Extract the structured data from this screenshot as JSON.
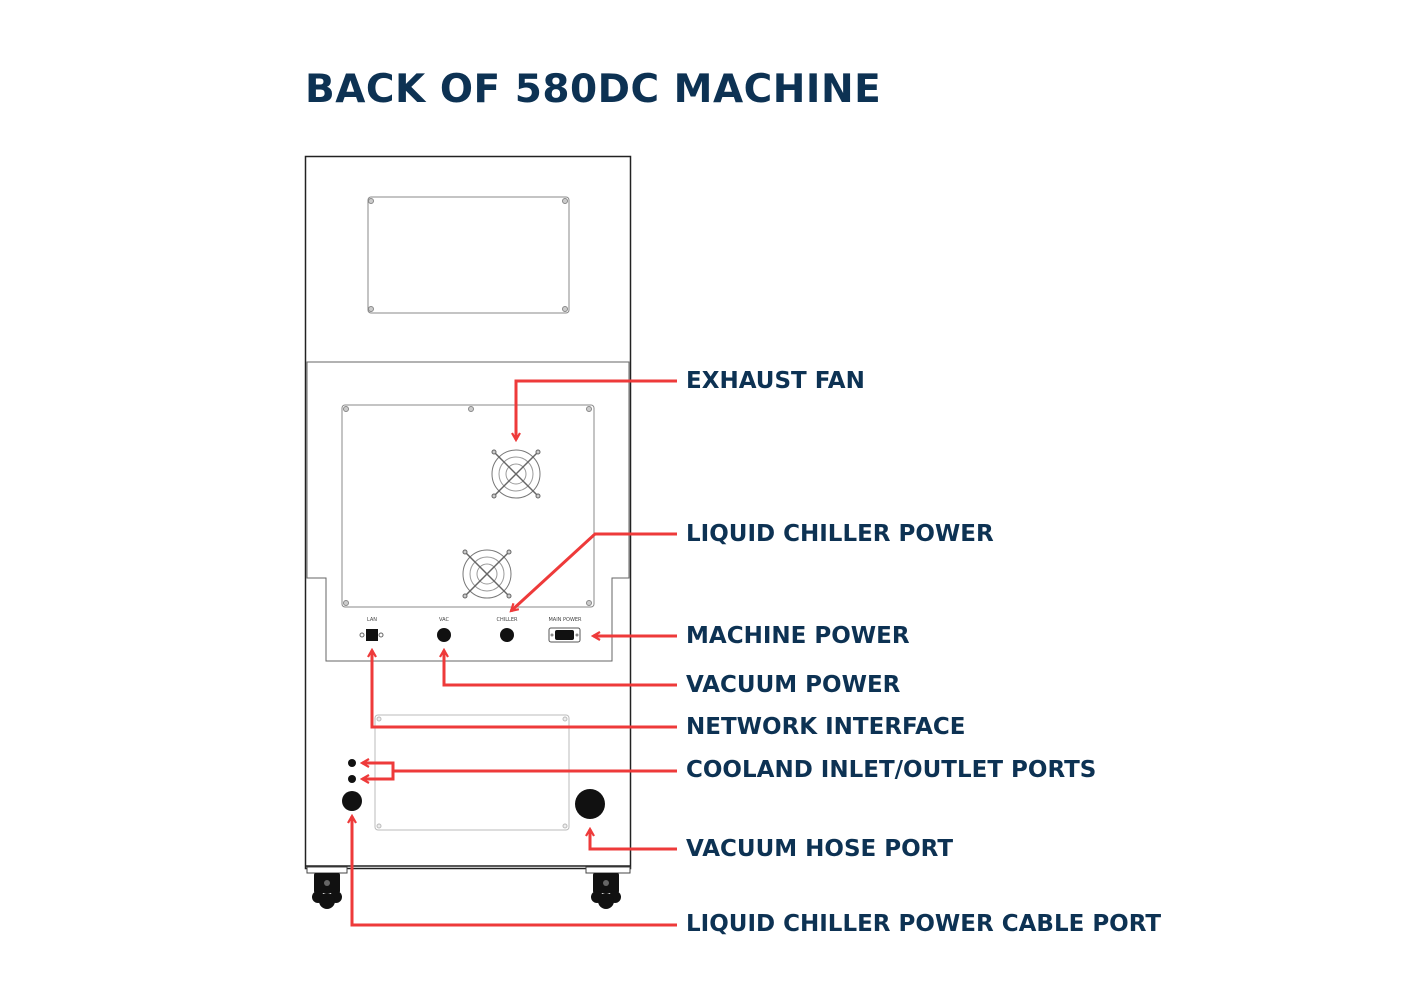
{
  "title": "BACK OF 580DC MACHINE",
  "callouts": {
    "exhaust_fan": "EXHAUST FAN",
    "liquid_chiller_power": "LIQUID CHILLER POWER",
    "machine_power": "MACHINE POWER",
    "vacuum_power": "VACUUM POWER",
    "network_interface": "NETWORK INTERFACE",
    "coolant_ports": "COOLAND INLET/OUTLET PORTS",
    "vacuum_hose_port": "VACUUM HOSE PORT",
    "chiller_power_cable_port": "LIQUID CHILLER POWER CABLE PORT"
  },
  "port_labels": {
    "lan": "LAN",
    "vac": "VAC",
    "chiller": "CHILLER",
    "main_power": "MAIN POWER"
  },
  "colors": {
    "title_text": "#0d3253",
    "callout_arrow": "#ee3a3a",
    "machine_outline": "#222222"
  }
}
